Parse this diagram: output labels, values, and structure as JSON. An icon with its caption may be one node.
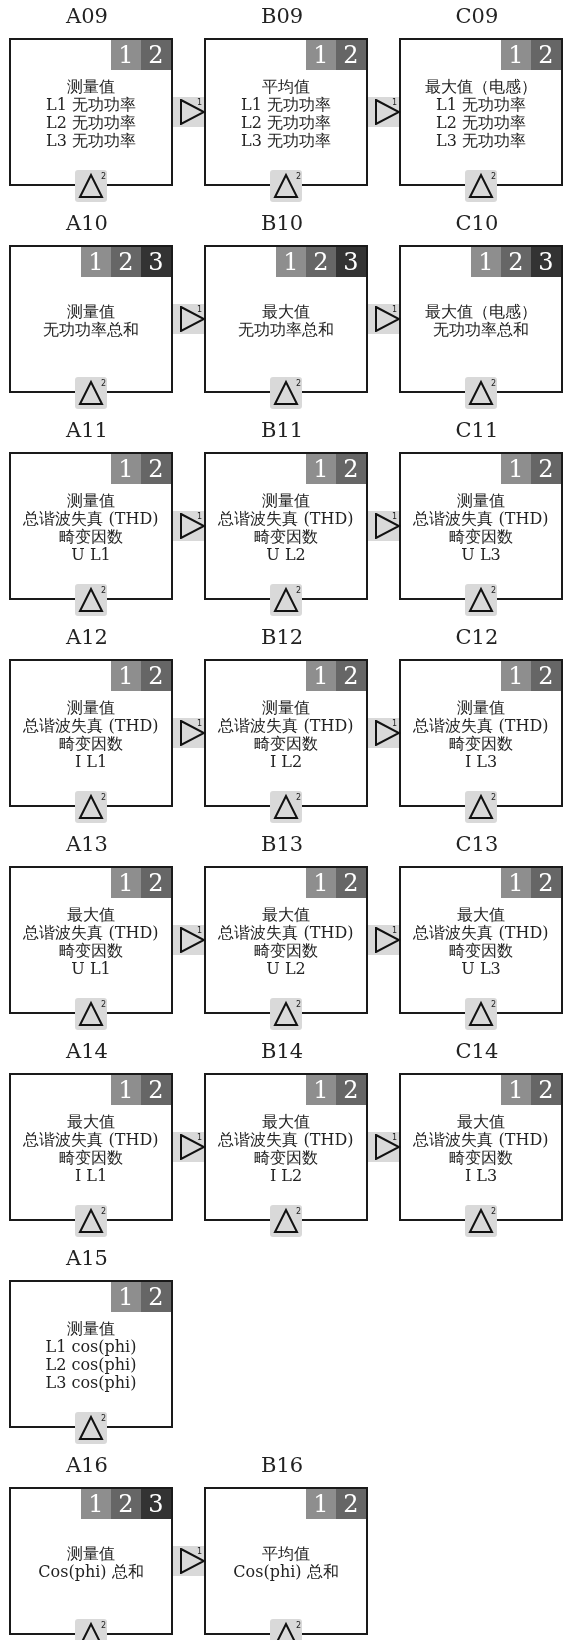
{
  "diagram": {
    "nodes": [
      {
        "text": [
          "A09",
          "测量值",
          "L1 无功功率",
          "L2 无功功率",
          "L3 无功功率"
        ],
        "beside": [
          "2"
        ]
      },
      {
        "text": [
          "1"
        ],
        "in": 0
      },
      {
        "text": [
          "2"
        ],
        "in": 0
      },
      {
        "text": [
          "B09",
          "平均值",
          "L1 无功功率",
          "L2 无功功率",
          "L3 无功功率"
        ],
        "beside": [
          "2"
        ]
      },
      {
        "text": [
          "1"
        ],
        "in": 3
      },
      {
        "text": [
          "2"
        ],
        "in": 3
      },
      {
        "text": [
          "C09",
          "最大值（电感）",
          "L1 无功功率",
          "L2 无功功率",
          "L3 无功功率"
        ],
        "beside": [
          "2"
        ]
      },
      {
        "text": [
          "1"
        ],
        "in": 6
      },
      {
        "text": [
          "2"
        ],
        "in": 6
      },
      {
        "text": [
          "A10",
          "测量值",
          "无功功率总和"
        ],
        "beside": [
          "2"
        ]
      },
      {
        "text": [
          "1"
        ],
        "in": 9
      },
      {
        "text": [
          "2"
        ],
        "in": 9
      },
      {
        "text": [
          "3"
        ],
        "in": 9
      },
      {
        "text": [
          "B10",
          "最大值",
          "无功功率总和"
        ],
        "beside": [
          "2"
        ]
      },
      {
        "text": [
          "1"
        ],
        "in": 13
      },
      {
        "text": [
          "2"
        ],
        "in": 13
      },
      {
        "text": [
          "3"
        ],
        "in": 13
      },
      {
        "text": [
          "C10",
          "最大值（电感）",
          "无功功率总和"
        ],
        "beside": [
          "2"
        ]
      },
      {
        "text": [
          "1"
        ],
        "in": 17
      },
      {
        "text": [
          "2"
        ],
        "in": 17
      },
      {
        "text": [
          "3"
        ],
        "in": 17
      },
      {
        "text": [
          "A11",
          "测量值",
          "总谐波失真 (THD)",
          "畸变因数",
          "U L1"
        ],
        "beside": [
          "2"
        ]
      },
      {
        "text": [
          "1"
        ],
        "in": 21
      },
      {
        "text": [
          "2"
        ],
        "in": 21
      },
      {
        "text": [
          "B11",
          "测量值",
          "总谐波失真 (THD)",
          "畸变因数",
          "U L2"
        ],
        "beside": [
          "2"
        ]
      },
      {
        "text": [
          "1"
        ],
        "in": 24
      },
      {
        "text": [
          "2"
        ],
        "in": 24
      },
      {
        "text": [
          "C11",
          "测量值",
          "总谐波失真 (THD)",
          "畸变因数",
          "U L3"
        ],
        "beside": [
          "2"
        ]
      },
      {
        "text": [
          "1"
        ],
        "in": 27
      },
      {
        "text": [
          "2"
        ],
        "in": 27
      },
      {
        "text": [
          "A12",
          "测量值",
          "总谐波失真 (THD)",
          "畸变因数",
          "I L1"
        ],
        "beside": [
          "2"
        ]
      },
      {
        "text": [
          "1"
        ],
        "in": 30
      },
      {
        "text": [
          "2"
        ],
        "in": 30
      },
      {
        "text": [
          "B12",
          "测量值",
          "总谐波失真 (THD)",
          "畸变因数",
          "I L2"
        ],
        "beside": [
          "2"
        ]
      },
      {
        "text": [
          "1"
        ],
        "in": 33
      },
      {
        "text": [
          "2"
        ],
        "in": 33
      },
      {
        "text": [
          "C12",
          "测量值",
          "总谐波失真 (THD)",
          "畸变因数",
          "I L3"
        ],
        "beside": [
          "2"
        ]
      },
      {
        "text": [
          "1"
        ],
        "in": 36
      },
      {
        "text": [
          "2"
        ],
        "in": 36
      },
      {
        "text": [
          "A13",
          "最大值",
          "总谐波失真 (THD)",
          "畸变因数",
          "U L1"
        ],
        "beside": [
          "2"
        ]
      },
      {
        "text": [
          "1"
        ],
        "in": 39
      },
      {
        "text": [
          "2"
        ],
        "in": 39
      },
      {
        "text": [
          "B13",
          "最大值",
          "总谐波失真 (THD)",
          "畸变因数",
          "U L2"
        ],
        "beside": [
          "2"
        ]
      },
      {
        "text": [
          "1"
        ],
        "in": 42
      },
      {
        "text": [
          "2"
        ],
        "in": 42
      },
      {
        "text": [
          "C13",
          "最大值",
          "总谐波失真 (THD)",
          "畸变因数",
          "U L3"
        ],
        "beside": [
          "2"
        ]
      },
      {
        "text": [
          "1"
        ],
        "in": 45
      },
      {
        "text": [
          "2"
        ],
        "in": 45
      },
      {
        "text": [
          "A14",
          "最大值",
          "总谐波失真 (THD)",
          "畸变因数",
          "I L1"
        ],
        "beside": [
          "2"
        ]
      },
      {
        "text": [
          "1"
        ],
        "in": 48
      },
      {
        "text": [
          "2"
        ],
        "in": 48
      },
      {
        "text": [
          "B14",
          "最大值",
          "总谐波失真 (THD)",
          "畸变因数",
          "I L2"
        ],
        "beside": [
          "2"
        ]
      },
      {
        "text": [
          "1"
        ],
        "in": 51
      },
      {
        "text": [
          "2"
        ],
        "in": 51
      },
      {
        "text": [
          "C14",
          "最大值",
          "总谐波失真 (THD)",
          "畸变因数",
          "I L3"
        ],
        "beside": [
          "2"
        ]
      },
      {
        "text": [
          "1"
        ],
        "in": 54
      },
      {
        "text": [
          "2"
        ],
        "in": 54
      },
      {
        "text": [
          "A15",
          "测量值",
          "L1 cos(phi)",
          "L2 cos(phi)",
          "L3 cos(phi)"
        ],
        "beside": [
          "2"
        ]
      },
      {
        "text": [
          "1"
        ],
        "in": 57
      },
      {
        "text": [
          "2"
        ],
        "in": 57
      },
      {
        "text": [
          "A16",
          "测量值",
          "Cos(phi) 总和"
        ],
        "beside": [
          "2"
        ]
      },
      {
        "text": [
          "1"
        ],
        "in": 60
      },
      {
        "text": [
          "2"
        ],
        "in": 60
      },
      {
        "text": [
          "3"
        ],
        "in": 60
      },
      {
        "text": [
          "B16",
          "平均值",
          "Cos(phi) 总和"
        ],
        "beside": [
          "2"
        ]
      },
      {
        "text": [
          "1"
        ],
        "in": 64
      },
      {
        "text": [
          "2"
        ],
        "in": 64
      }
    ],
    "edges": [
      {
        "from": 0,
        "to": 3,
        "arrow": "to",
        "label": "1"
      },
      {
        "from": 3,
        "to": 6,
        "arrow": "to",
        "label": "1"
      },
      {
        "from": 9,
        "to": 13,
        "arrow": "to",
        "label": "1"
      },
      {
        "from": 13,
        "to": 17,
        "arrow": "to",
        "label": "1"
      },
      {
        "from": 21,
        "to": 24,
        "arrow": "to",
        "label": "1"
      },
      {
        "from": 24,
        "to": 27,
        "arrow": "to",
        "label": "1"
      },
      {
        "from": 30,
        "to": 33,
        "arrow": "to",
        "label": "1"
      },
      {
        "from": 33,
        "to": 36,
        "arrow": "to",
        "label": "1"
      },
      {
        "from": 39,
        "to": 42,
        "arrow": "to",
        "label": "1"
      },
      {
        "from": 42,
        "to": 45,
        "arrow": "to",
        "label": "1"
      },
      {
        "from": 48,
        "to": 51,
        "arrow": "to",
        "label": "1"
      },
      {
        "from": 51,
        "to": 54,
        "arrow": "to",
        "label": "1"
      },
      {
        "from": 60,
        "to": 64,
        "arrow": "to",
        "label": "1"
      }
    ]
  }
}
